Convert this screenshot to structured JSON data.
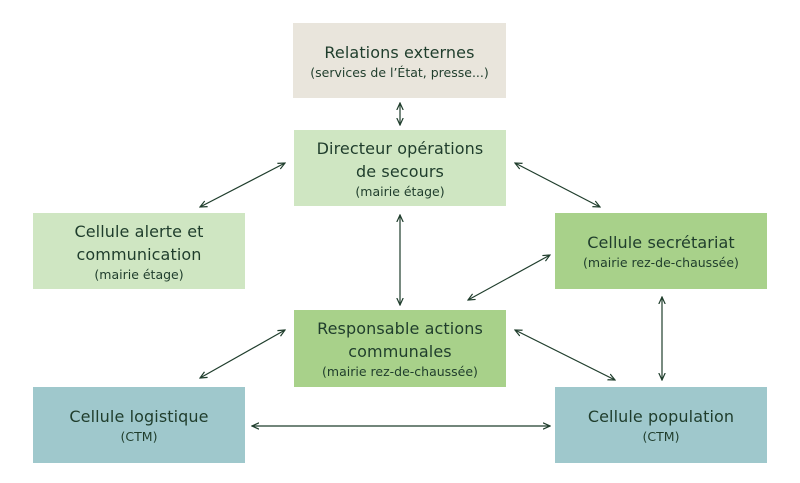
{
  "nodes": {
    "relations": {
      "title": "Relations externes",
      "sub": "(services de l’État, presse...)",
      "color": "#e9e5dc"
    },
    "directeur": {
      "title": "Directeur opérations\nde secours",
      "sub": "(mairie étage)",
      "color": "#cfe6c2"
    },
    "alerte": {
      "title": "Cellule alerte et\ncommunication",
      "sub": "(mairie étage)",
      "color": "#cfe6c2"
    },
    "secretariat": {
      "title": "Cellule secrétariat",
      "sub": "(mairie rez-de-chaussée)",
      "color": "#a8d18a"
    },
    "responsable": {
      "title": "Responsable actions\ncommunales",
      "sub": "(mairie rez-de-chaussée)",
      "color": "#a8d18a"
    },
    "logistique": {
      "title": "Cellule logistique",
      "sub": "(CTM)",
      "color": "#9fc8cc"
    },
    "population": {
      "title": "Cellule population",
      "sub": "(CTM)",
      "color": "#9fc8cc"
    }
  },
  "arrow_color": "#1f3d2c"
}
